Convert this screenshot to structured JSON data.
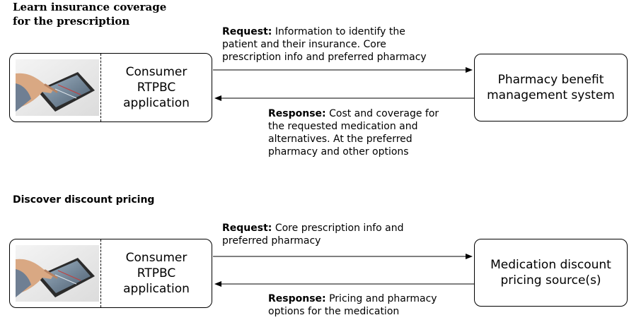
{
  "section1": {
    "title_line1": "Learn insurance coverage",
    "title_line2": "for the prescription",
    "consumer_line1": "Consumer",
    "consumer_line2": "RTPBC",
    "consumer_line3": "application",
    "right_line1": "Pharmacy benefit",
    "right_line2": "management system",
    "request_head": "Request:",
    "request_line1": " Information to identify the",
    "request_line2": "patient and their insurance. Core",
    "request_line3": "prescription info and preferred pharmacy",
    "response_head": "Response:",
    "response_line1": " Cost and coverage for",
    "response_line2": "the requested medication and",
    "response_line3": "alternatives. At the preferred",
    "response_line4": "pharmacy and other options"
  },
  "section2": {
    "title": "Discover discount pricing",
    "consumer_line1": "Consumer",
    "consumer_line2": "RTPBC",
    "consumer_line3": "application",
    "right_line1": "Medication discount",
    "right_line2": "pricing source(s)",
    "request_head": "Request:",
    "request_line1": " Core prescription info and",
    "request_line2": "preferred pharmacy",
    "response_head": "Response:",
    "response_line1": " Pricing and pharmacy",
    "response_line2": "options for the medication"
  }
}
